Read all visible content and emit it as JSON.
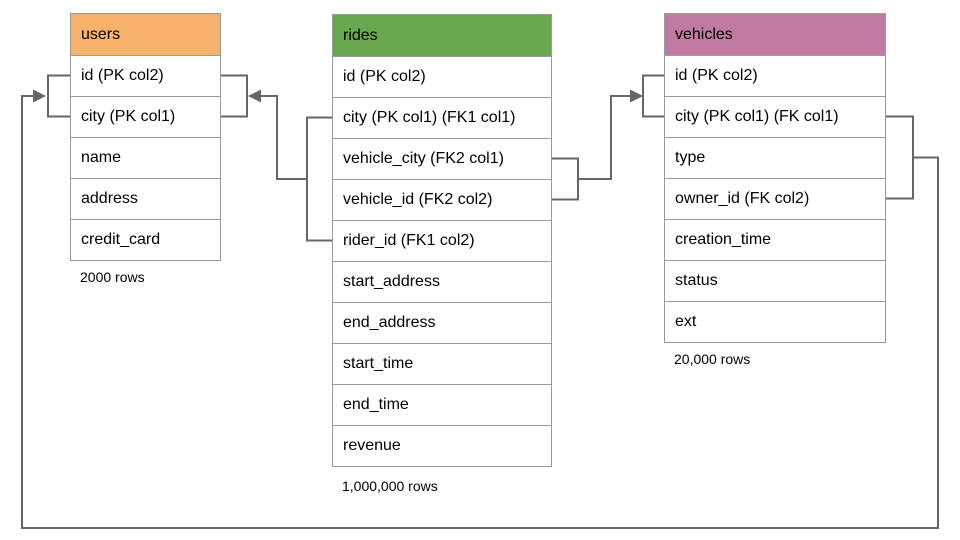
{
  "diagram": {
    "connector_color": "#666666",
    "table_border_color": "#999999",
    "text_color": "#000000",
    "background_color": "#ffffff"
  },
  "tables": {
    "users": {
      "title": "users",
      "header_color": "#F6B26B",
      "columns": [
        "id (PK col2)",
        "city (PK col1)",
        "name",
        "address",
        "credit_card"
      ],
      "caption": "2000 rows"
    },
    "rides": {
      "title": "rides",
      "header_color": "#6AA84F",
      "columns": [
        "id (PK col2)",
        "city (PK col1) (FK1 col1)",
        "vehicle_city (FK2 col1)",
        "vehicle_id (FK2 col2)",
        "rider_id (FK1 col2)",
        "start_address",
        "end_address",
        "start_time",
        "end_time",
        "revenue"
      ],
      "caption": "1,000,000 rows"
    },
    "vehicles": {
      "title": "vehicles",
      "header_color": "#C27BA0",
      "columns": [
        "id (PK col2)",
        "city (PK col1) (FK col1)",
        "type",
        "owner_id (FK col2)",
        "creation_time",
        "status",
        "ext"
      ],
      "caption": "20,000 rows"
    }
  }
}
